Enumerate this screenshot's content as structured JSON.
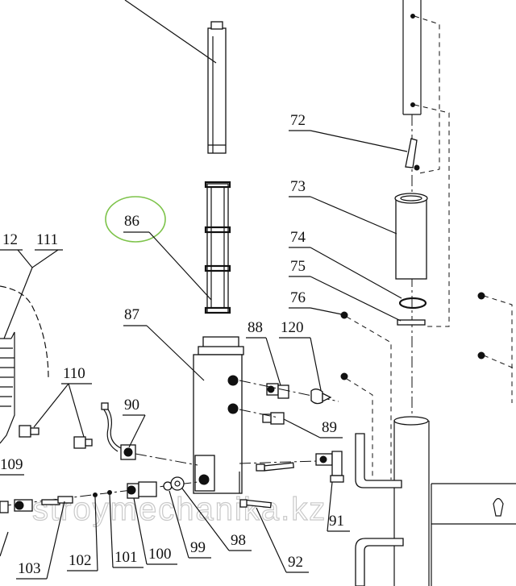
{
  "labels": {
    "l72": "72",
    "l73": "73",
    "l74": "74",
    "l75": "75",
    "l76": "76",
    "l86": "86",
    "l87": "87",
    "l88": "88",
    "l120": "120",
    "l89": "89",
    "l90": "90",
    "l91": "91",
    "l92": "92",
    "l98": "98",
    "l99": "99",
    "l100": "100",
    "l101": "101",
    "l102": "102",
    "l103": "103",
    "l109": "109",
    "l110": "110",
    "l111": "111",
    "l12": "12"
  },
  "watermark": "stroymechanika.kz",
  "colors": {
    "highlight": "#7dc34a",
    "ink": "#111111",
    "watermark": "#c9c9c9"
  }
}
